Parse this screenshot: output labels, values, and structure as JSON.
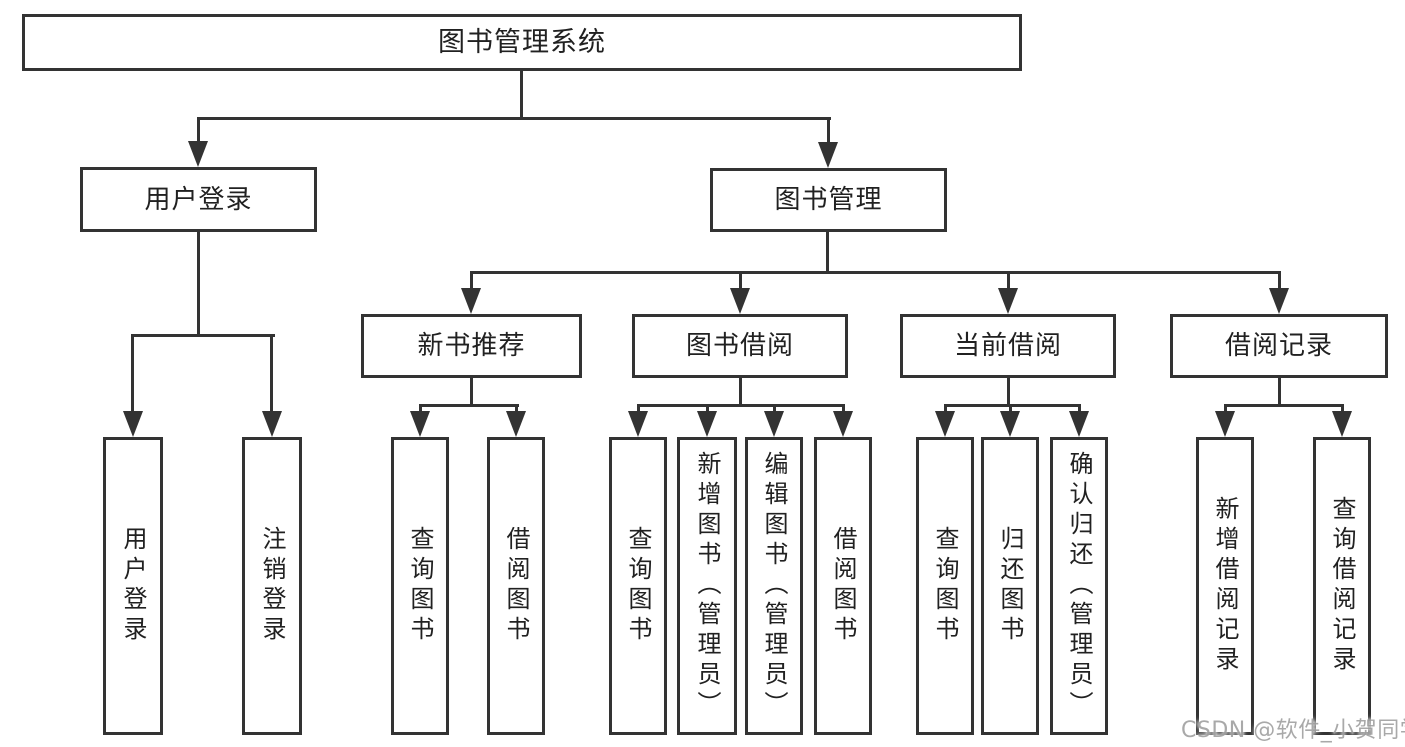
{
  "diagram": {
    "type": "hierarchy-tree",
    "root": "图书管理系统",
    "branches": {
      "user_login": {
        "label": "用户登录",
        "children": [
          "用户登录",
          "注销登录"
        ]
      },
      "book_management": {
        "label": "图书管理",
        "sections": {
          "new_book_recommend": {
            "label": "新书推荐",
            "children": [
              "查询图书",
              "借阅图书"
            ]
          },
          "book_borrow": {
            "label": "图书借阅",
            "children": [
              "查询图书",
              "新增图书（管理员）",
              "编辑图书（管理员）",
              "借阅图书"
            ]
          },
          "current_borrow": {
            "label": "当前借阅",
            "children": [
              "查询图书",
              "归还图书",
              "确认归还（管理员）"
            ]
          },
          "borrow_records": {
            "label": "借阅记录",
            "children": [
              "新增借阅记录",
              "查询借阅记录"
            ]
          }
        }
      }
    }
  },
  "watermark": "CSDN @软件_小贺同学",
  "colors": {
    "line": "#333333",
    "text": "#212121",
    "background": "#ffffff",
    "watermark": "#9a9a9a"
  }
}
